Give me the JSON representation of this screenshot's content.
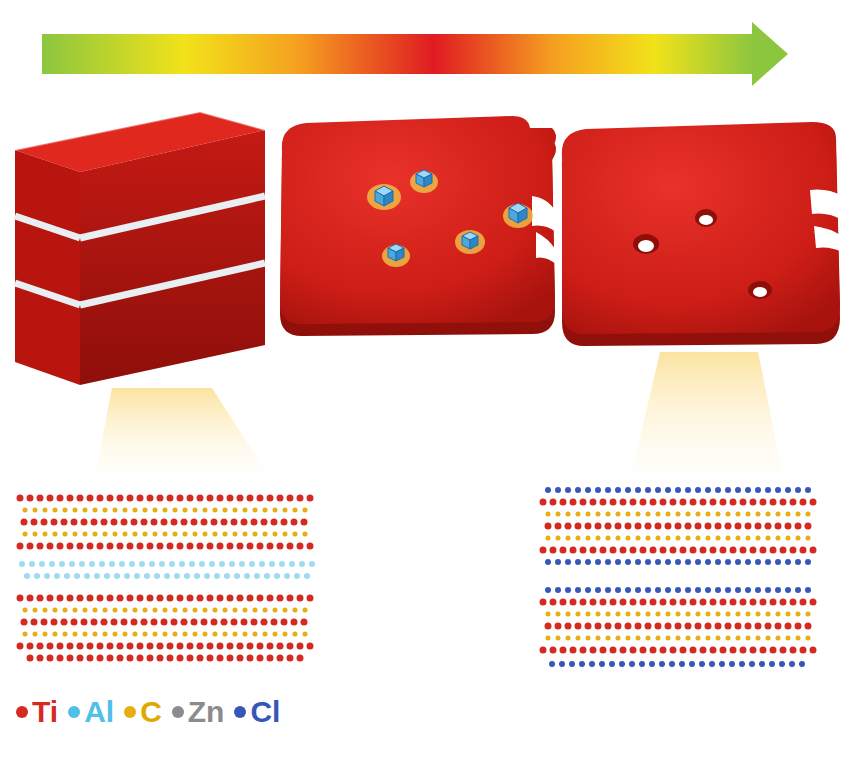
{
  "diagram": {
    "legend": [
      {
        "text": "Ti",
        "color": "#d42a22"
      },
      {
        "text": "Al",
        "color": "#4fc0e8"
      },
      {
        "text": "C",
        "color": "#e6ae12"
      },
      {
        "text": "Zn",
        "color": "#8c8c8c"
      },
      {
        "text": "Cl",
        "color": "#3656b8"
      }
    ]
  }
}
